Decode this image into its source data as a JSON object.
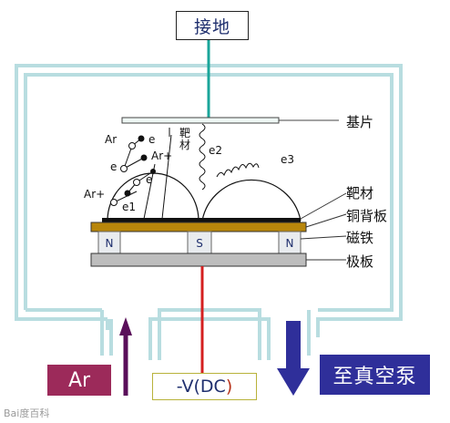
{
  "labels": {
    "ground": "接地",
    "substrate": "基片",
    "target": "靶材",
    "copper_backplate": "铜背板",
    "magnet": "磁铁",
    "electrode_plate": "极板",
    "target_vertical": "靶材",
    "ar_gas": "Ar",
    "dc_voltage_prefix": "-V(DC",
    "dc_voltage_suffix": ")",
    "vacuum_pump": "至真空泵",
    "watermark": "Bai度百科"
  },
  "particles": {
    "ar1": "Ar",
    "ar_plus1": "Ar+",
    "ar_plus2": "Ar+",
    "e_a": "e",
    "e_b": "e",
    "e_c": "e",
    "e1": "e1",
    "e2": "e2",
    "e3": "e3"
  },
  "magnets": [
    "N",
    "S",
    "N"
  ],
  "colors": {
    "chamber": "#b8dde0",
    "ground_lead": "#1aa59a",
    "power_lead": "#d42020",
    "copper": "#b8860b",
    "plate": "#bdbdbd",
    "ar_box": "#9c2a5a",
    "pump_box": "#2f2f9a",
    "arrow_purple": "#5a0f5a",
    "arrow_blue": "#2f2f9a"
  }
}
